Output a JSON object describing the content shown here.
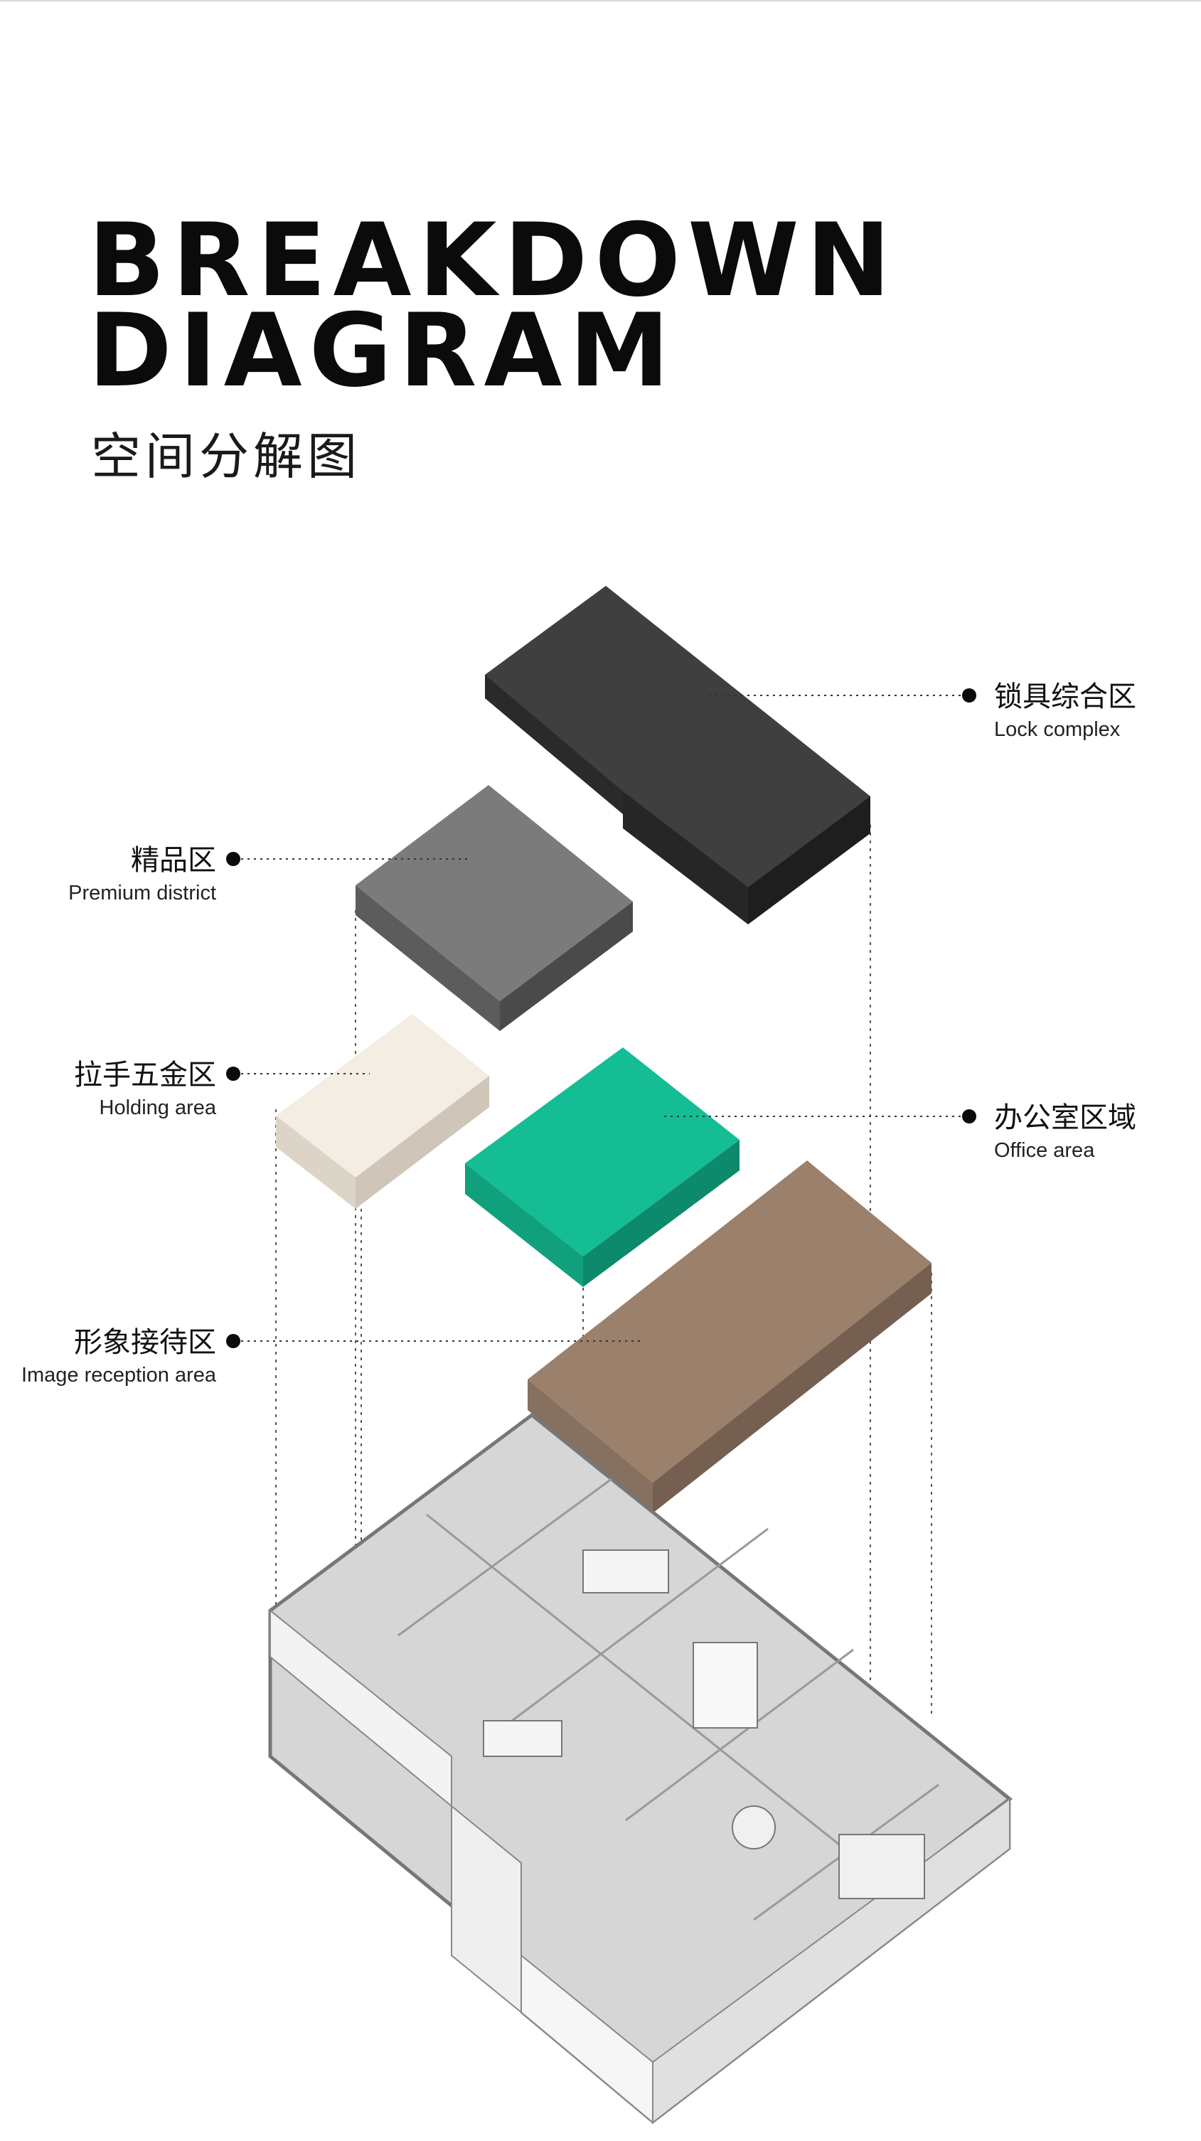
{
  "header": {
    "title_line1": "BREAKDOWN",
    "title_line2": "DIAGRAM",
    "subtitle": "空间分解图"
  },
  "zones": [
    {
      "id": "lock",
      "zh": "锁具综合区",
      "en": "Lock complex",
      "color": "#3c3c3c"
    },
    {
      "id": "premium",
      "zh": "精品区",
      "en": "Premium district",
      "color": "#7a7a7a"
    },
    {
      "id": "holding",
      "zh": "拉手五金区",
      "en": "Holding area",
      "color": "#f1ebe2"
    },
    {
      "id": "office",
      "zh": "办公室区域",
      "en": "Office area",
      "color": "#13b88f"
    },
    {
      "id": "reception",
      "zh": "形象接待区",
      "en": "Image reception area",
      "color": "#9a7f6a"
    }
  ]
}
